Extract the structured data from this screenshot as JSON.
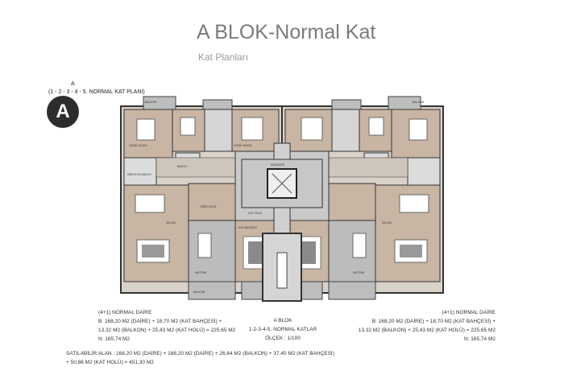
{
  "header": {
    "title": "A BLOK-Normal Kat",
    "subtitle": "Kat Planları"
  },
  "plan": {
    "block_letter": "A",
    "heading_line1": "A",
    "heading_line2": "(1 - 2 - 3 - 4 - 5. NORMAL KAT PLANI)",
    "rooms": {
      "balkon": "BALKON",
      "yatak": "YATAK ODASI",
      "salon": "SALON",
      "mutfak": "MUTFAK",
      "giris": "GİRİŞ HOLÜ",
      "kat_holu": "KAT HOLÜ",
      "kat_bahcesi": "KAT BAHÇESİ",
      "banyo": "BANYO",
      "ebeveyn": "EBEVEYN BANYO",
      "asansor": "ASANSÖR"
    }
  },
  "left_unit": {
    "type": "(4+1) NORMAL DAİRE",
    "line1": "B: 168,20 M2 (DAİRE) + 18,70 M2 (KAT BAHÇESİ) +",
    "line2": "13,32 M2 (BALKON) + 25,43 M2 (KAT HOLÜ)  =  225,65 M2",
    "line3": "N: 165,74 M2"
  },
  "right_unit": {
    "type": "(4+1) NORMAL DAİRE",
    "line1": "B: 168,20 M2 (DAİRE) + 18,70 M2 (KAT BAHÇESİ) +",
    "line2": "13,32 M2 (BALKON) + 25,43 M2 (KAT HOLÜ)  =  225,65 M2",
    "line3": "N: 165,74 M2"
  },
  "center": {
    "block": "A BLOK",
    "floors": "1-2-3-4-5. NORMAL KATLAR",
    "scale": "ÖLÇEK : 1/100"
  },
  "total": {
    "line1": "SATILABİLİR ALAN :  168,20 M2 (DAİRE) + 168,20 M2 (DAİRE) + 26,64 M2 (BALKON) + 37,40 M2 (KAT BAHÇESİ)",
    "line2": "+ 50,86 M2 (KAT HOLÜ) =  451,30 M2"
  }
}
